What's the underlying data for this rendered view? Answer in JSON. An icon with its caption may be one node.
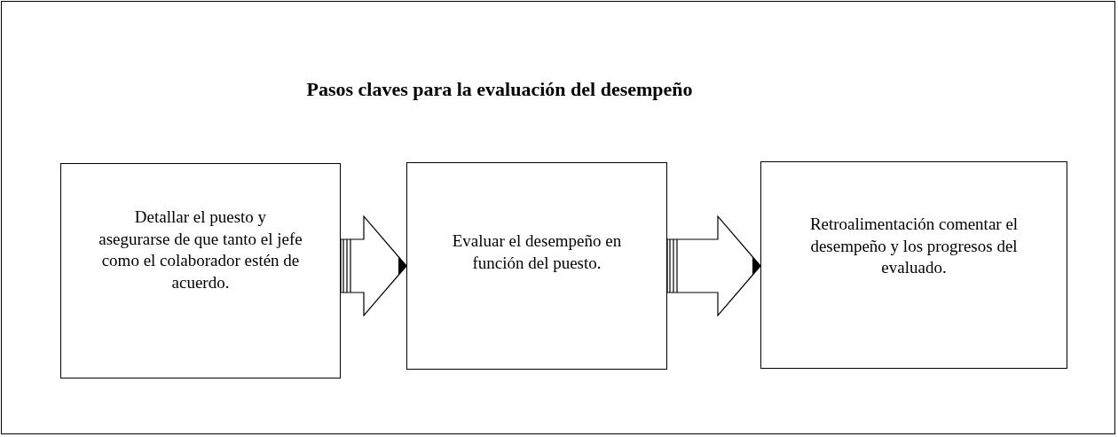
{
  "diagram": {
    "title": "Pasos claves para la evaluación del desempeño",
    "nodes": [
      {
        "text": [
          "Detallar el puesto y asegurarse de que tanto el jefe como el colaborador estén de acuerdo."
        ]
      },
      {
        "text": [
          "Evaluar el desempeño en función del puesto."
        ]
      },
      {
        "text": [
          "Retroalimentación comentar el desempeño y los progresos del evaluado."
        ]
      }
    ],
    "edges": [
      {
        "from": 0,
        "to": 1,
        "arrow": "to"
      },
      {
        "from": 1,
        "to": 2,
        "arrow": "to"
      }
    ]
  }
}
